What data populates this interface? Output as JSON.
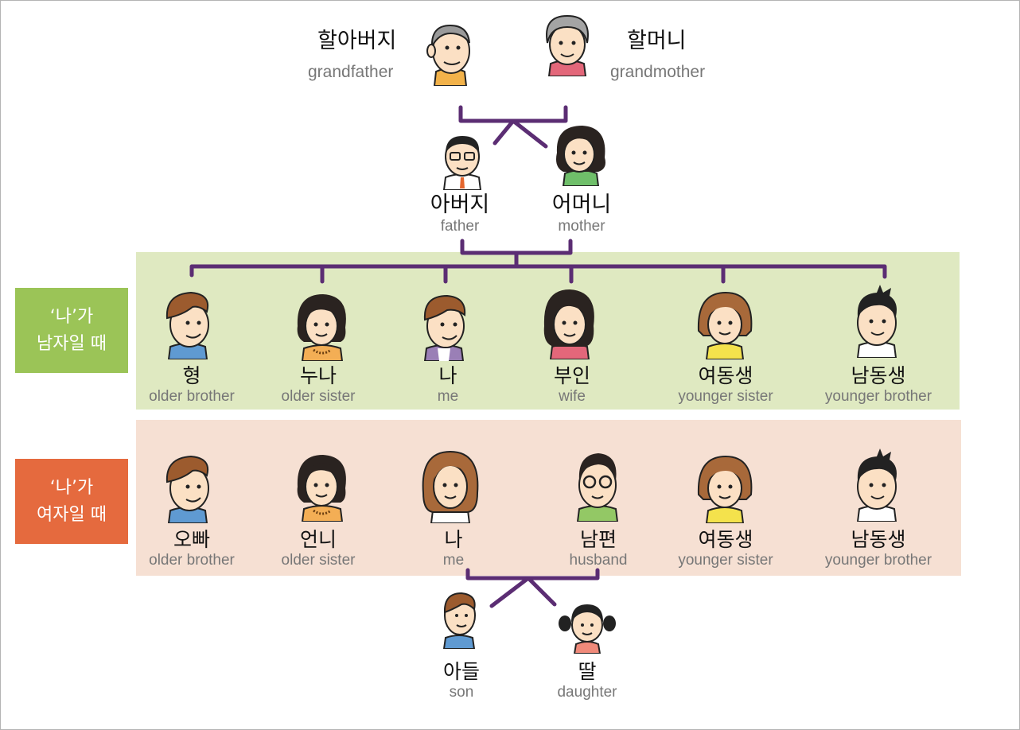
{
  "colors": {
    "line": "#5b2d73",
    "band_male": "#dfe9c1",
    "band_female": "#f6e0d3",
    "label_male": "#9bc457",
    "label_female": "#e56a3e"
  },
  "grandparents": {
    "grandfather": {
      "ko": "할아버지",
      "en": "grandfather"
    },
    "grandmother": {
      "ko": "할머니",
      "en": "grandmother"
    }
  },
  "parents": {
    "father": {
      "ko": "아버지",
      "en": "father"
    },
    "mother": {
      "ko": "어머니",
      "en": "mother"
    }
  },
  "male_case": {
    "label_line1": "‘나’가",
    "label_line2": "남자일 때",
    "people": [
      {
        "ko": "형",
        "en": "older brother",
        "icon": "man-brown-hair-blue-shirt-icon"
      },
      {
        "ko": "누나",
        "en": "older sister",
        "icon": "woman-dark-hair-necklace-icon"
      },
      {
        "ko": "나",
        "en": "me",
        "icon": "man-purple-shirt-icon"
      },
      {
        "ko": "부인",
        "en": "wife",
        "icon": "woman-long-hair-pink-shirt-icon"
      },
      {
        "ko": "여동생",
        "en": "younger sister",
        "icon": "girl-yellow-shirt-icon"
      },
      {
        "ko": "남동생",
        "en": "younger brother",
        "icon": "boy-spiky-hair-icon"
      }
    ]
  },
  "female_case": {
    "label_line1": "‘나’가",
    "label_line2": "여자일 때",
    "people": [
      {
        "ko": "오빠",
        "en": "older brother",
        "icon": "man-brown-hair-blue-shirt-icon"
      },
      {
        "ko": "언니",
        "en": "older sister",
        "icon": "woman-dark-hair-necklace-icon"
      },
      {
        "ko": "나",
        "en": "me",
        "icon": "woman-brown-hair-icon"
      },
      {
        "ko": "남편",
        "en": "husband",
        "icon": "man-glasses-green-shirt-icon"
      },
      {
        "ko": "여동생",
        "en": "younger sister",
        "icon": "girl-yellow-shirt-icon"
      },
      {
        "ko": "남동생",
        "en": "younger brother",
        "icon": "boy-spiky-hair-icon"
      }
    ]
  },
  "children": {
    "son": {
      "ko": "아들",
      "en": "son"
    },
    "daughter": {
      "ko": "딸",
      "en": "daughter"
    }
  }
}
